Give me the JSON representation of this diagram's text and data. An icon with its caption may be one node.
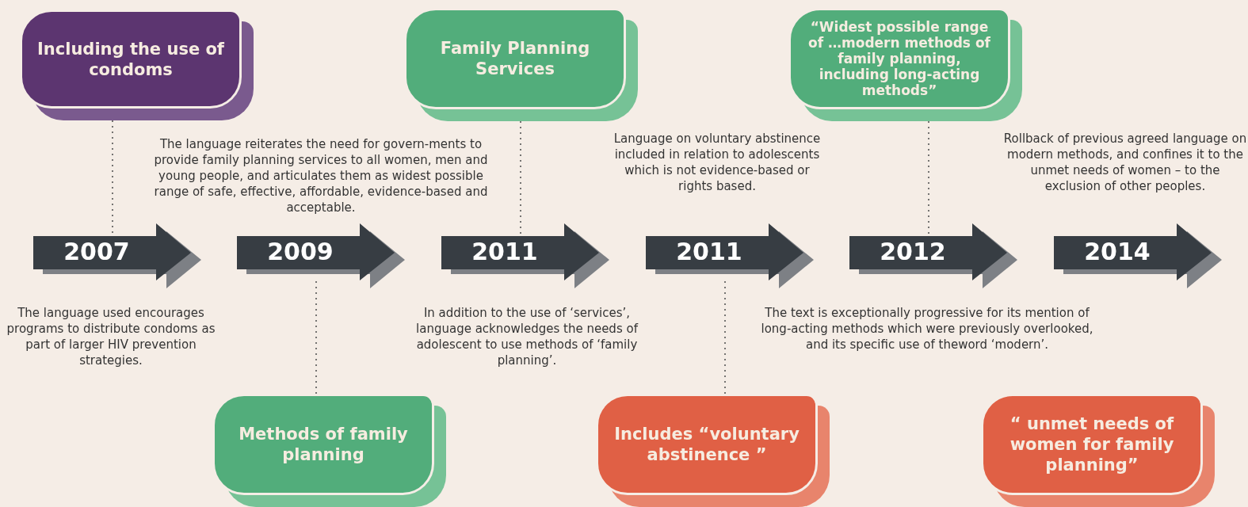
{
  "diagram": {
    "nodes": [
      {
        "text": [
          "2007"
        ]
      },
      {
        "text": [
          "2009"
        ]
      },
      {
        "text": [
          "2011"
        ]
      },
      {
        "text": [
          "2011"
        ]
      },
      {
        "text": [
          "2012"
        ]
      },
      {
        "text": [
          "2014"
        ]
      },
      {
        "text": [
          "Including the use of condoms"
        ]
      },
      {
        "text": [
          "Methods of family planning"
        ]
      },
      {
        "text": [
          "Family Planning Services"
        ]
      },
      {
        "text": [
          "Includes “voluntary abstinence ”"
        ]
      },
      {
        "text": [
          "“Widest possible range of …modern methods of family planning, including long-acting methods”"
        ]
      },
      {
        "text": [
          "“ unmet needs of women for family planning”"
        ]
      }
    ],
    "edges": [
      {
        "from": 6,
        "to": 0,
        "arrow": "none",
        "style": "dashed"
      },
      {
        "from": 7,
        "to": 1,
        "arrow": "none",
        "style": "dashed"
      },
      {
        "from": 8,
        "to": 2,
        "arrow": "none",
        "style": "dashed"
      },
      {
        "from": 9,
        "to": 3,
        "arrow": "none",
        "style": "dashed"
      },
      {
        "from": 10,
        "to": 4,
        "arrow": "none",
        "style": "dashed"
      }
    ],
    "labels": [
      "The language used encourages programs to distribute condoms as part of larger HIV prevention strategies.",
      "The language reiterates the need for govern-ments to provide family planning services to all women, men and young people, and articulates them as widest possible range of safe, effective, affordable, evidence-based and acceptable.",
      "In addition to the use of ‘services’, language acknowledges the needs of adolescent to use methods of ‘family planning’.",
      "Language on voluntary abstinence included in relation to adolescents which is not evidence-based or rights based.",
      "The text is exceptionally progressive for its mention of long-acting methods which were previously overlooked, and its specific use of theword ‘modern’.",
      "Rollback of previous agreed language on modern methods, and confines it to the unmet needs of women – to the exclusion of other peoples."
    ]
  }
}
